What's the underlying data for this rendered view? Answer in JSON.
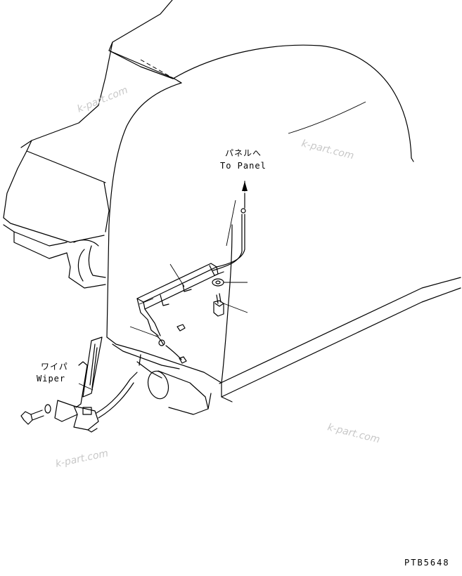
{
  "labels": {
    "panel_ja": "パネルへ",
    "panel_en": "To Panel",
    "wiper_ja": "ワイパ",
    "wiper_en": "Wiper"
  },
  "drawing_code": "PTB5648",
  "watermarks": [
    "k-part.com",
    "k-part.com",
    "k-part.com",
    "k-part.com"
  ],
  "colors": {
    "line": "#000000",
    "watermark": "#c8c8c8",
    "background": "#ffffff"
  }
}
